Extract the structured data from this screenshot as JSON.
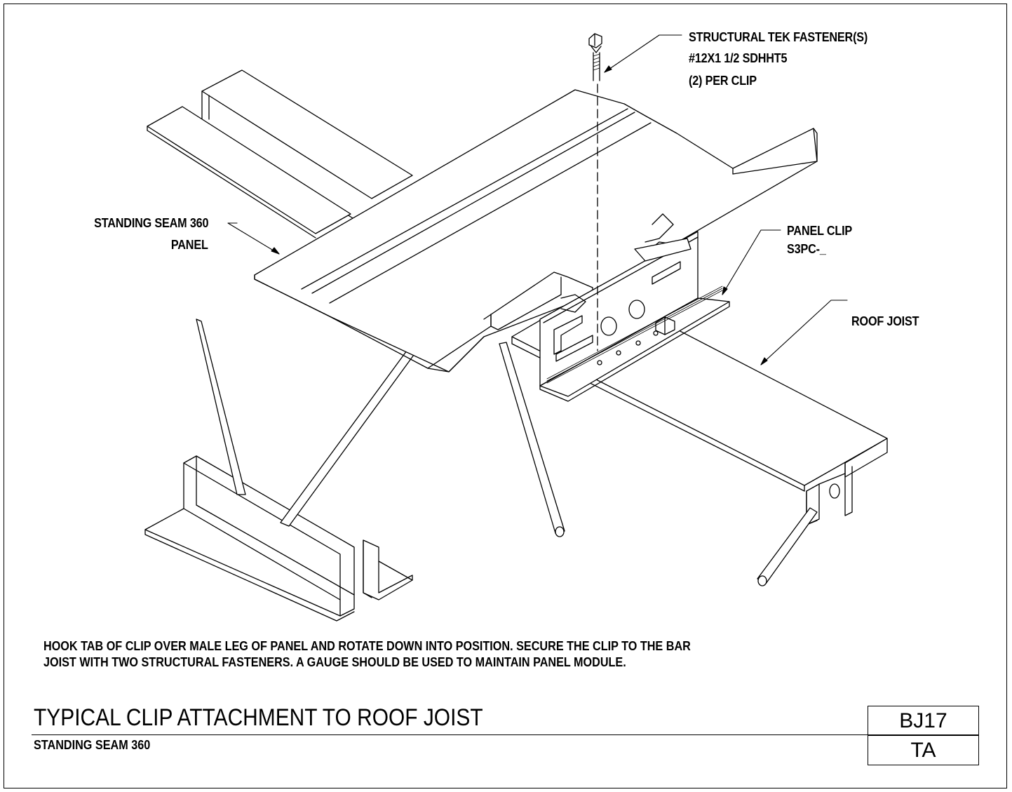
{
  "labels": {
    "fastener": [
      "STRUCTURAL TEK FASTENER(S)",
      "#12X1 1/2 SDHHT5",
      "(2) PER CLIP"
    ],
    "panel": [
      "STANDING SEAM 360",
      "PANEL"
    ],
    "clip": [
      "PANEL CLIP",
      "S3PC-_"
    ],
    "joist": "ROOF JOIST"
  },
  "note": "HOOK TAB OF CLIP OVER MALE LEG OF PANEL AND ROTATE DOWN INTO POSITION.  SECURE THE CLIP TO THE BAR JOIST WITH TWO STRUCTURAL FASTENERS.  A GAUGE SHOULD BE USED TO MAINTAIN PANEL MODULE.",
  "title_block": {
    "title": "TYPICAL CLIP ATTACHMENT TO ROOF JOIST",
    "subtitle": "STANDING SEAM 360",
    "detail_code": "BJ17",
    "series_code": "TA"
  },
  "colors": {
    "ink": "#000000",
    "paper": "#ffffff"
  }
}
